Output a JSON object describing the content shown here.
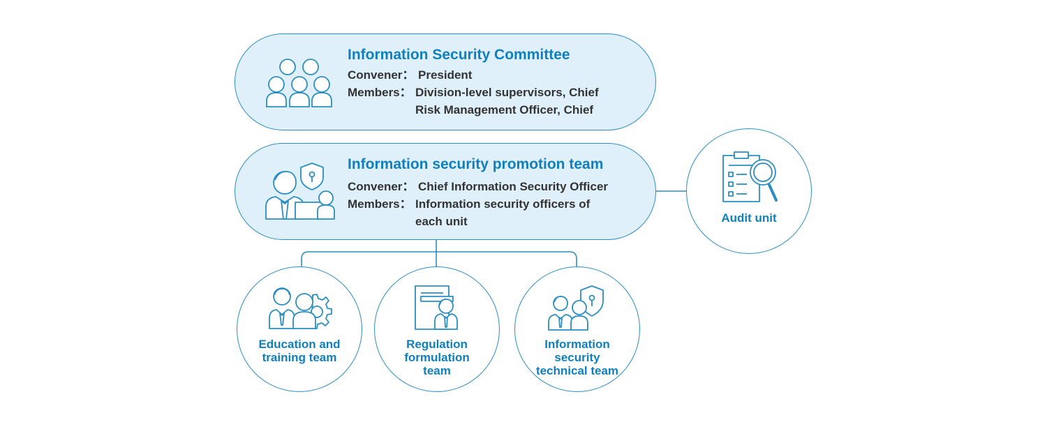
{
  "committee": {
    "title": "Information Security Committee",
    "convener_label": "Convener：",
    "convener_value": "President",
    "members_label": "Members：",
    "members_line1": "Division-level supervisors, Chief",
    "members_line2": "Risk Management Officer, Chief"
  },
  "promotion_team": {
    "title": "Information security promotion team",
    "convener_label": "Convener：",
    "convener_value": "Chief Information Security Officer",
    "members_label": "Members：",
    "members_line1": "Information security officers of",
    "members_line2": "each unit"
  },
  "audit_unit": {
    "label": "Audit unit"
  },
  "teams": [
    {
      "line1": "Education and",
      "line2": "training team"
    },
    {
      "line1": "Regulation",
      "line2": "formulation",
      "line3": "team"
    },
    {
      "line1": "Information",
      "line2": "security",
      "line3": "technical team"
    }
  ],
  "colors": {
    "accent": "#0f7fbd",
    "border": "#2a8ec2",
    "fill": "#dff0fa",
    "text": "#333333"
  },
  "icons": {
    "committee": "people-group-icon",
    "promotion_team": "officers-with-shield-icon",
    "audit_unit": "clipboard-magnifier-icon",
    "education": "people-with-gear-icon",
    "regulation": "person-with-document-icon",
    "technical": "people-with-shield-icon"
  }
}
